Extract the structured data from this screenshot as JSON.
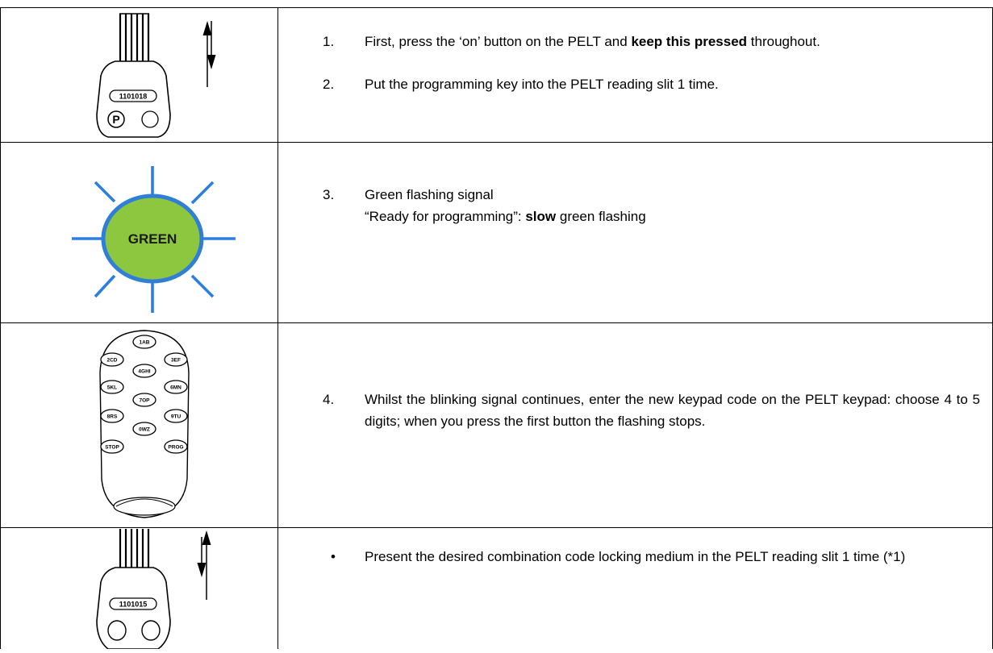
{
  "rows": [
    {
      "steps": [
        {
          "num": "1.",
          "parts": [
            {
              "text": "First, press the ‘on’ button on the PELT and ",
              "bold": false
            },
            {
              "text": "keep this pressed",
              "bold": true
            },
            {
              "text": " throughout.",
              "bold": false
            }
          ]
        },
        {
          "num": "2.",
          "parts": [
            {
              "text": "Put the programming key into the PELT reading slit 1 time.",
              "bold": false
            }
          ]
        }
      ],
      "illustration": {
        "type": "programming-key",
        "tag": "1101018",
        "button_letter": "P"
      }
    },
    {
      "steps": [
        {
          "num": "3.",
          "parts": [
            {
              "text": "Green flashing signal",
              "bold": false
            }
          ]
        }
      ],
      "extra_line": [
        {
          "text": "“Ready for programming”: ",
          "bold": false
        },
        {
          "text": "slow",
          "bold": true
        },
        {
          "text": " green flashing",
          "bold": false
        }
      ],
      "illustration": {
        "type": "green-light",
        "label": "GREEN",
        "fill": "#8dc63f",
        "ring": "#2f7fd8",
        "rays": "#2b7ee3"
      }
    },
    {
      "steps": [
        {
          "num": "4.",
          "parts": [
            {
              "text": "Whilst the blinking signal continues, enter the new keypad code on the PELT keypad: choose 4 to 5 digits; when you press the first button the flashing stops.",
              "bold": false
            }
          ]
        }
      ],
      "illustration": {
        "type": "keypad",
        "keys": [
          "1AB",
          "2CD",
          "3EF",
          "4GHI",
          "5KL",
          "6MN",
          "7OP",
          "8RS",
          "9TU",
          "0WZ",
          "STOP",
          "PROG"
        ]
      }
    },
    {
      "steps": [
        {
          "num": "•",
          "parts": [
            {
              "text": "Present the desired combination code locking medium in the PELT reading slit 1 time (*1)",
              "bold": false
            }
          ]
        }
      ],
      "illustration": {
        "type": "user-key",
        "tag": "1101015"
      }
    }
  ]
}
